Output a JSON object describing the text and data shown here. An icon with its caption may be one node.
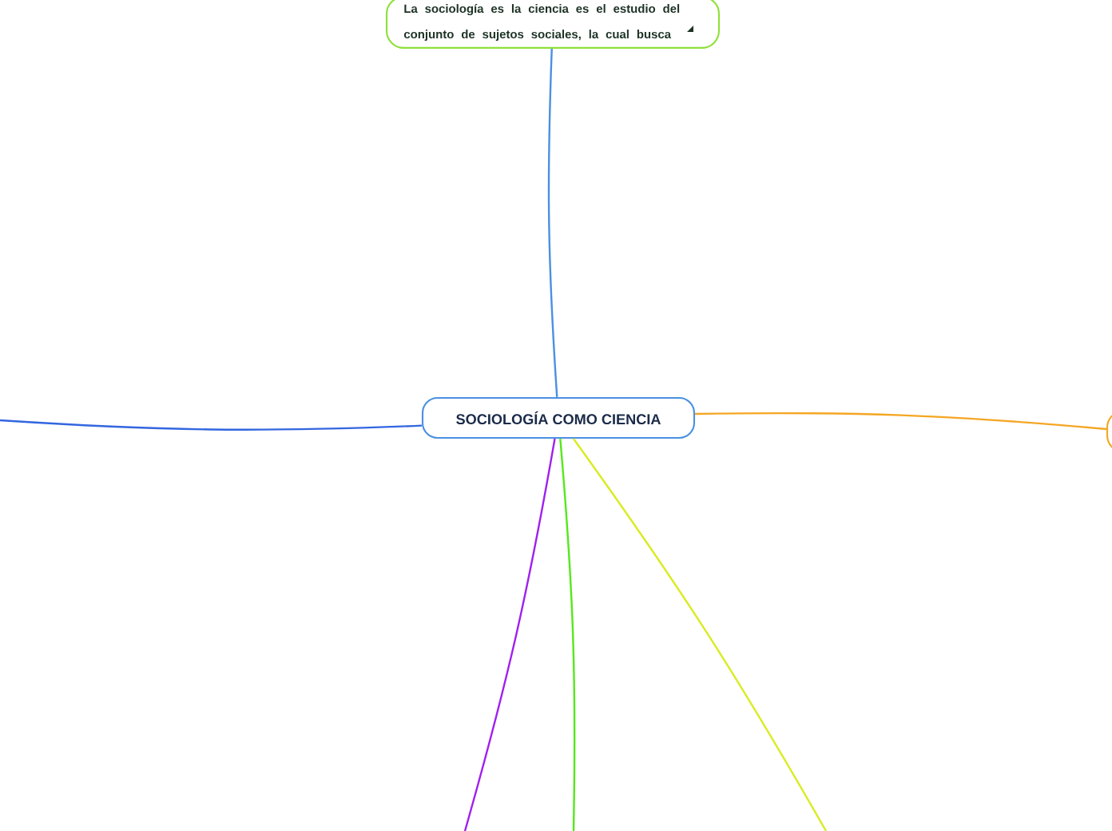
{
  "diagram": {
    "nodes": [
      {
        "text": [
          "SOCIOLOGÍA COMO CIENCIA"
        ]
      },
      {
        "text": [
          "La sociología es la ciencia es el estudio del conjunto de sujetos sociales, la cual busca"
        ]
      },
      {
        "text": [],
        "shape": "box"
      }
    ],
    "edges": [
      {
        "from": 0,
        "to": 1,
        "arrow": "none",
        "color": "#4a90e2"
      },
      {
        "from": 0,
        "to": null,
        "arrow": "none",
        "color": "#3366e0"
      },
      {
        "from": 0,
        "to": 2,
        "arrow": "none",
        "color": "#f5a623"
      },
      {
        "from": 0,
        "to": null,
        "arrow": "none",
        "color": "#a020f0"
      },
      {
        "from": 0,
        "to": null,
        "arrow": "none",
        "color": "#55e81a"
      },
      {
        "from": 0,
        "to": null,
        "arrow": "none",
        "color": "#d8ec20"
      }
    ]
  }
}
